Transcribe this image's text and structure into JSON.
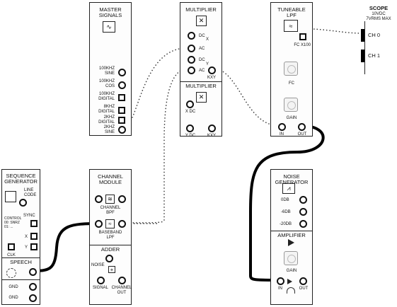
{
  "colors": {
    "cable": "#000000",
    "patch": "#333333",
    "panel": "#fdfdfd"
  },
  "master": {
    "title": "MASTER\nSIGNALS",
    "labels": [
      "100kHz\nSINE",
      "100kHz\nCOS",
      "100kHz\nDIGITAL",
      "8kHz\nDIGITAL",
      "2kHz\nDIGITAL",
      "2kHz\nSINE"
    ]
  },
  "multiplier1": {
    "title": "MULTIPLIER",
    "x": "X",
    "y": "Y",
    "dc1": "DC",
    "ac1": "AC",
    "dc2": "DC",
    "ac2": "AC",
    "kxy": "kXY"
  },
  "multiplier2": {
    "title": "MULTIPLIER",
    "xdc": "X DC",
    "ydc": "Y DC",
    "kxy": "kXY"
  },
  "lpf": {
    "title": "TUNEABLE\nLPF",
    "fc_x100": "fC x100",
    "fc": "fC",
    "gain": "GAIN",
    "in": "IN",
    "out": "OUT"
  },
  "scope": {
    "title": "SCOPE",
    "spec": "10VDC\n7Vrms max",
    "ch0": "CH 0",
    "ch1": "CH 1"
  },
  "seq": {
    "title": "SEQUENCE\nGENERATOR",
    "line_code": "LINE\nCODE",
    "sync": "SYNC",
    "control": "CONTROL\n00: SNRZ\n01: ...",
    "x": "X",
    "y": "Y",
    "clk": "CLK",
    "speech": "SPEECH",
    "gnd1": "GND",
    "gnd2": "GND"
  },
  "channel": {
    "title": "CHANNEL\nMODULE",
    "bpf": "CHANNEL\nBPF",
    "lpf": "BASEBAND\nLPF"
  },
  "adder": {
    "title": "ADDER",
    "noise": "NOISE",
    "signal": "SIGNAL",
    "out": "CHANNEL\nOUT"
  },
  "noise": {
    "title": "NOISE\nGENERATOR",
    "db0": "0dB",
    "db6": "-6dB",
    "db20": "-20dB"
  },
  "amplifier": {
    "title": "AMPLIFIER",
    "gain": "GAIN",
    "in": "IN",
    "out": "OUT"
  }
}
